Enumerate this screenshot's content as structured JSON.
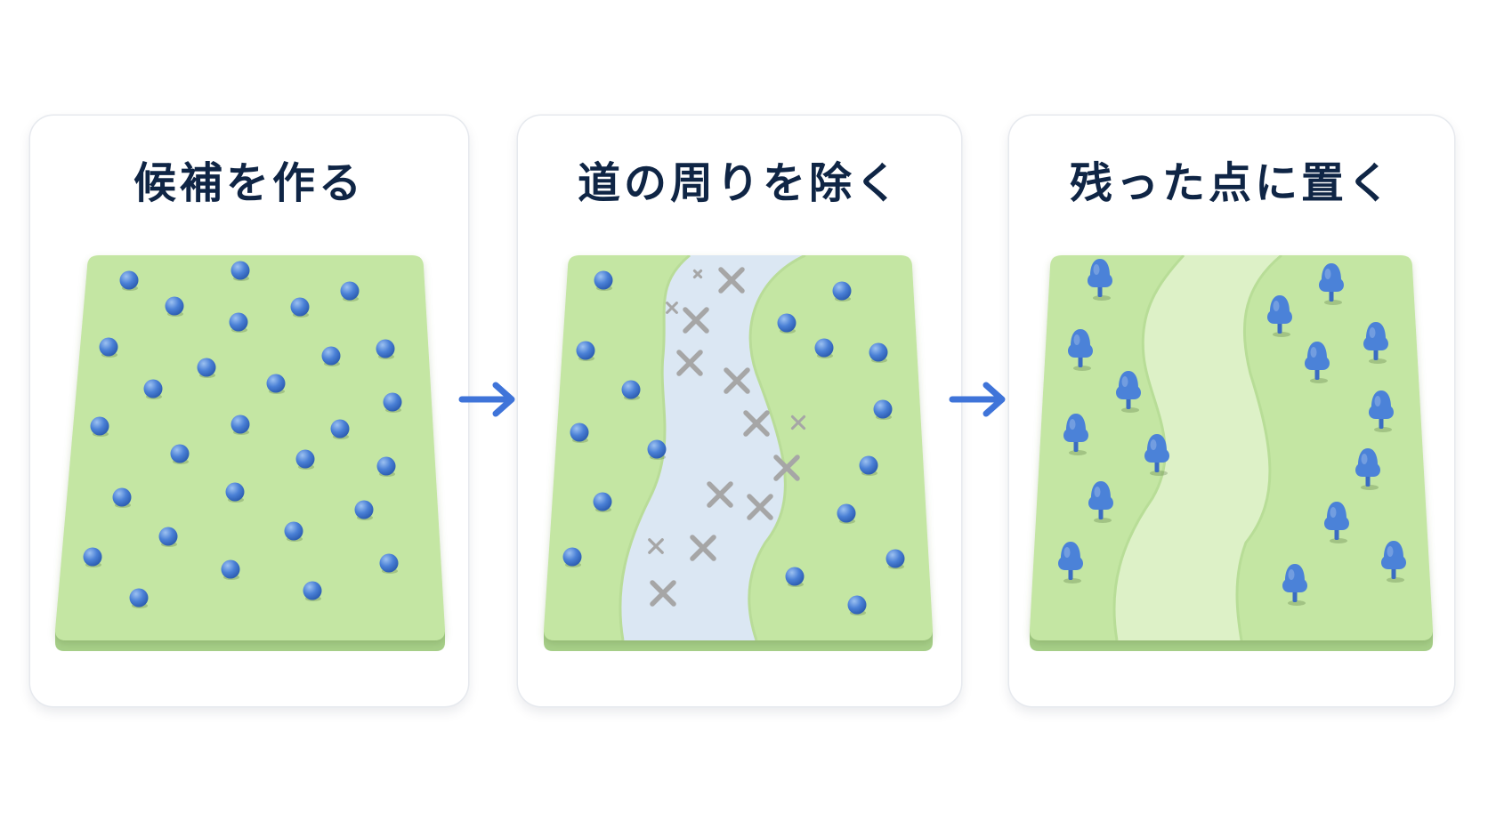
{
  "steps": [
    {
      "title": "候補を作る"
    },
    {
      "title": "道の周りを除く"
    },
    {
      "title": "残った点に置く"
    }
  ],
  "colors": {
    "title": "#0f2545",
    "ground": "#c4e6a3",
    "ground_edge": "#a7cf89",
    "ground_inner": "#ddf1c7",
    "road": "#dbe7f3",
    "point": "#4a80d6",
    "point_highlight": "#9cc1f1",
    "removed_mark": "#a6a6a6",
    "tree": "#4b82d8",
    "arrow": "#3f74d9"
  },
  "icons": {
    "candidate_point": "blue-sphere-icon",
    "removed_point": "gray-x-icon",
    "placed_object": "blue-tree-icon",
    "flow": "arrow-right-icon"
  }
}
